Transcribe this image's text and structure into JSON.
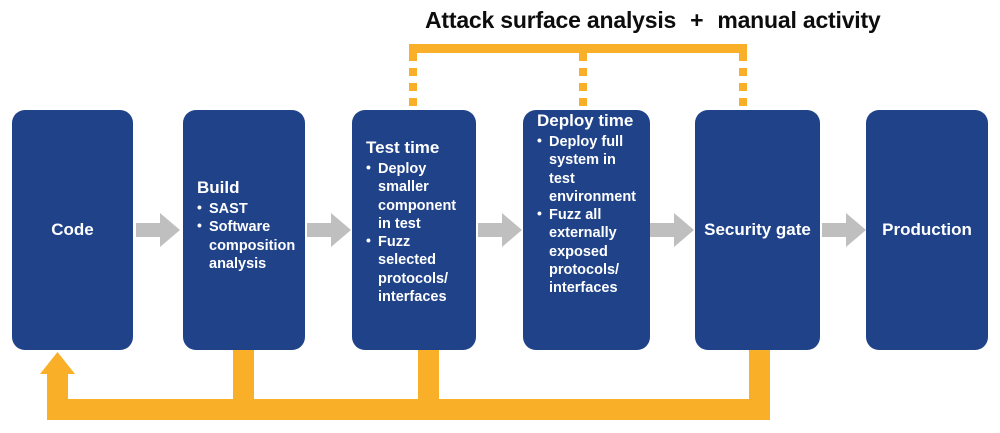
{
  "heading": {
    "left_text": "Attack surface analysis",
    "plus": "+",
    "right_text": "manual activity"
  },
  "colors": {
    "box_blue": "#1F4289",
    "arrow_gray": "#BFBFBF",
    "connector_orange": "#FAAF28",
    "heading_text": "#0D0D0D",
    "box_text": "#FFFFFF"
  },
  "stages": [
    {
      "id": "code",
      "title": "Code",
      "layout": "centered",
      "bullets": []
    },
    {
      "id": "build",
      "title": "Build",
      "layout": "titled",
      "bullets": [
        "SAST",
        "Software composition analysis"
      ]
    },
    {
      "id": "test",
      "title": "Test time",
      "layout": "titled",
      "bullets": [
        "Deploy smaller component in test",
        "Fuzz selected protocols/ interfaces"
      ]
    },
    {
      "id": "deploy",
      "title": "Deploy time",
      "layout": "titled",
      "bullets": [
        "Deploy full system in test environment",
        "Fuzz all externally exposed protocols/ interfaces"
      ]
    },
    {
      "id": "gate",
      "title": "Security gate",
      "layout": "centered",
      "bullets": []
    },
    {
      "id": "production",
      "title": "Production",
      "layout": "centered",
      "bullets": []
    }
  ],
  "flow_arrows": [
    {
      "id": "code-to-build",
      "from": "Code",
      "to": "Build"
    },
    {
      "id": "build-to-test",
      "from": "Build",
      "to": "Test time"
    },
    {
      "id": "test-to-deploy",
      "from": "Test time",
      "to": "Deploy time"
    },
    {
      "id": "deploy-to-gate",
      "from": "Deploy time",
      "to": "Security gate"
    },
    {
      "id": "gate-to-production",
      "from": "Security gate",
      "to": "Production"
    }
  ],
  "top_connector": {
    "style": "solid-bar-with-dotted-droppers",
    "label": "Attack surface analysis + manual activity",
    "targets": [
      "Test time",
      "Deploy time",
      "Security gate"
    ]
  },
  "feedback_loop": {
    "style": "solid-orange-arrow",
    "direction": "right-to-left",
    "arrow_target": "Code",
    "sources": [
      "Build",
      "Test time",
      "Security gate"
    ]
  }
}
